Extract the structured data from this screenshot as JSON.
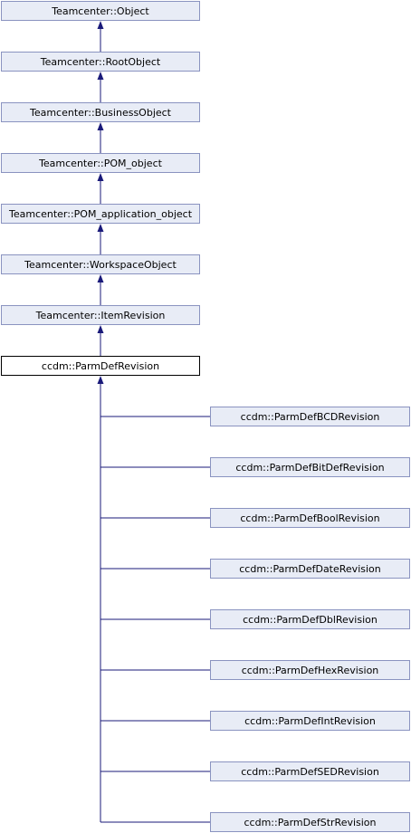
{
  "colors": {
    "edge": "#1a1a7a",
    "node_fill": "#e8ecf6",
    "node_border": "#8a93c0",
    "current_border": "#000000"
  },
  "ancestors": [
    "Teamcenter::Object",
    "Teamcenter::RootObject",
    "Teamcenter::BusinessObject",
    "Teamcenter::POM_object",
    "Teamcenter::POM_application_object",
    "Teamcenter::WorkspaceObject",
    "Teamcenter::ItemRevision"
  ],
  "current": "ccdm::ParmDefRevision",
  "children": [
    "ccdm::ParmDefBCDRevision",
    "ccdm::ParmDefBitDefRevision",
    "ccdm::ParmDefBoolRevision",
    "ccdm::ParmDefDateRevision",
    "ccdm::ParmDefDblRevision",
    "ccdm::ParmDefHexRevision",
    "ccdm::ParmDefIntRevision",
    "ccdm::ParmDefSEDRevision",
    "ccdm::ParmDefStrRevision"
  ]
}
